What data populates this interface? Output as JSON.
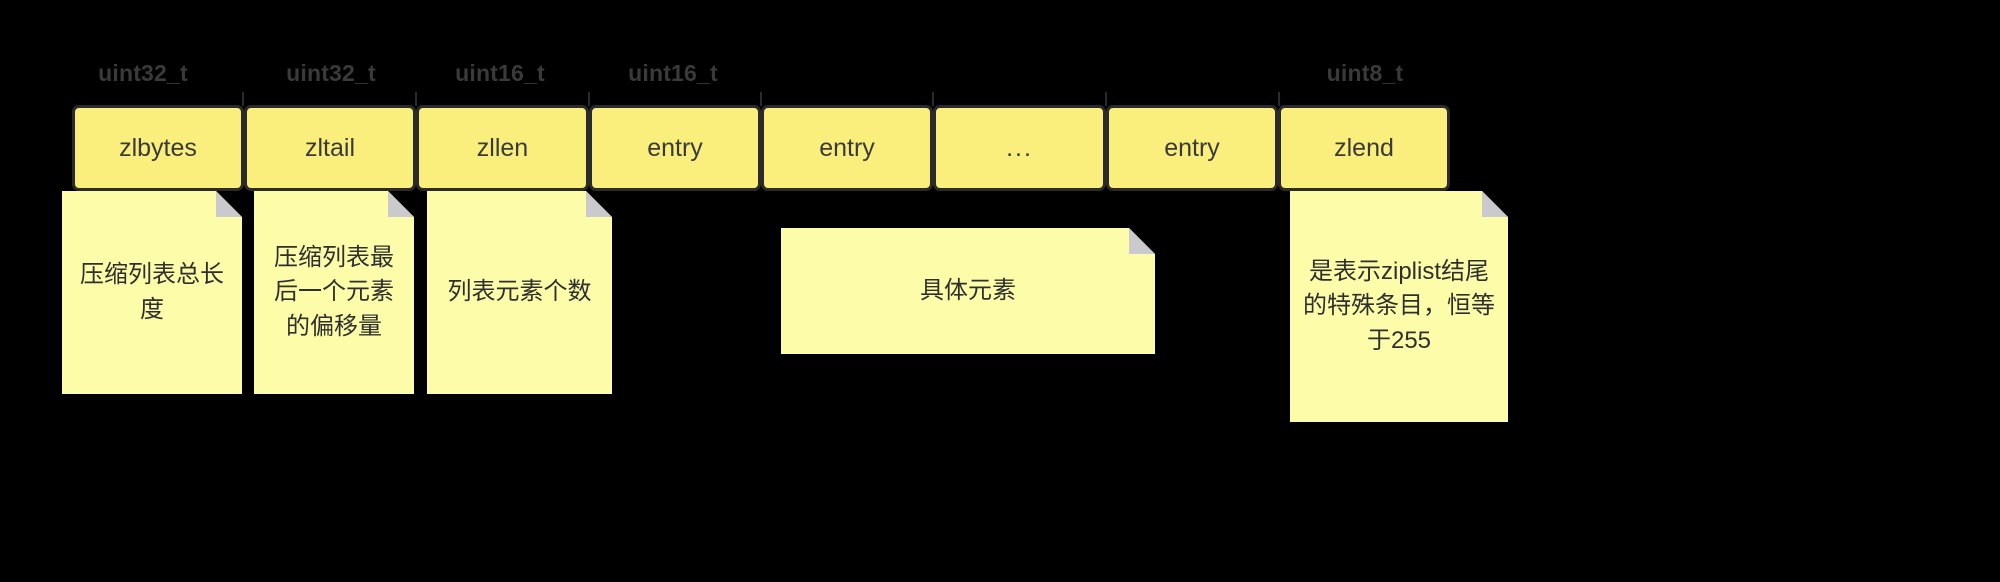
{
  "diagram": {
    "title": "ziplist memory layout",
    "background_color": "#000000",
    "field_fill_color": "#FAEE7C",
    "field_border_color": "#2B2B2B",
    "note_fill_color": "#FCFCA9",
    "note_fold_color": "#C9C9CE",
    "text_color": "#3A3A3A"
  },
  "type_labels": [
    {
      "text": "uint32_t",
      "over_field": "zlbytes"
    },
    {
      "text": "uint32_t",
      "over_field": "zltail"
    },
    {
      "text": "uint16_t",
      "over_field": "zllen"
    },
    {
      "text": "uint16_t",
      "over_field": "entry"
    },
    {
      "text": "uint8_t",
      "over_field": "zlend"
    }
  ],
  "fields": [
    {
      "label": "zlbytes"
    },
    {
      "label": "zltail"
    },
    {
      "label": "zllen"
    },
    {
      "label": "entry"
    },
    {
      "label": "entry"
    },
    {
      "label": "..."
    },
    {
      "label": "entry"
    },
    {
      "label": "zlend"
    }
  ],
  "notes": [
    {
      "text": "压缩列表总长度",
      "for_field": "zlbytes"
    },
    {
      "text": "压缩列表最后一个元素的偏移量",
      "for_field": "zltail"
    },
    {
      "text": "列表元素个数",
      "for_field": "zllen"
    },
    {
      "text": "具体元素",
      "for_field": "entry"
    },
    {
      "text": "是表示ziplist结尾的特殊条目，恒等于255",
      "for_field": "zlend"
    }
  ]
}
